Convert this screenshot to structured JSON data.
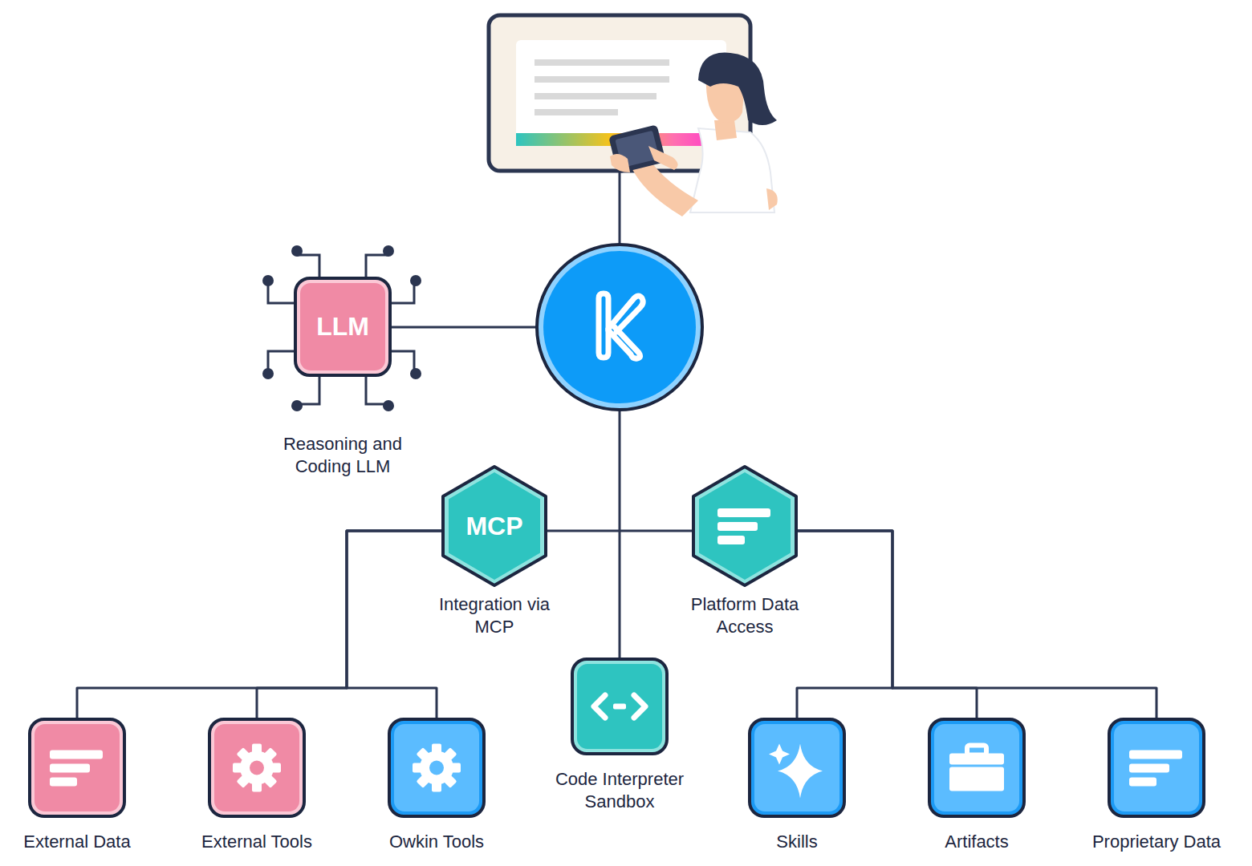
{
  "diagram": {
    "nodes": [
      {
        "text": [
          "LLM",
          "Reasoning and Coding LLM"
        ]
      },
      {
        "text": [
          "MCP",
          "Integration via MCP"
        ]
      },
      {
        "text": [
          "Platform Data Access"
        ]
      },
      {
        "text": [
          "Code Interpreter Sandbox"
        ]
      },
      {
        "text": [
          "External Data"
        ]
      },
      {
        "text": [
          "External Tools"
        ]
      },
      {
        "text": [
          "Owkin Tools"
        ]
      },
      {
        "text": [
          "Skills"
        ]
      },
      {
        "text": [
          "Artifacts"
        ]
      },
      {
        "text": [
          "Proprietary Data"
        ]
      }
    ],
    "edges": [
      {
        "from": 1,
        "to": 4,
        "arrow": "none"
      },
      {
        "from": 1,
        "to": 5,
        "arrow": "none"
      },
      {
        "from": 1,
        "to": 6,
        "arrow": "none"
      },
      {
        "from": 2,
        "to": 7,
        "arrow": "none"
      },
      {
        "from": 2,
        "to": 8,
        "arrow": "none"
      },
      {
        "from": 2,
        "to": 9,
        "arrow": "none"
      }
    ]
  }
}
